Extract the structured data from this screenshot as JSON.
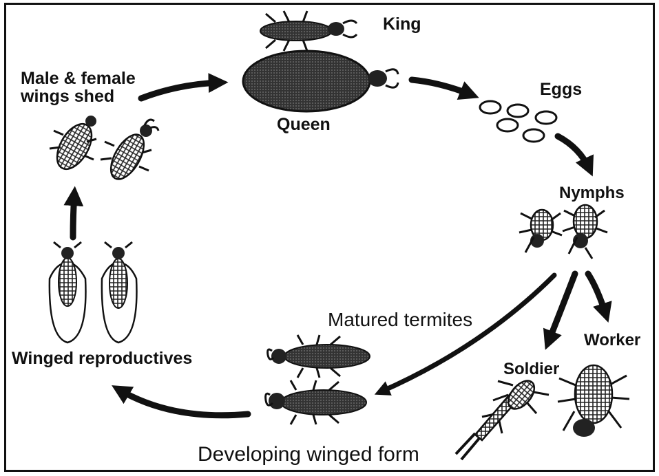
{
  "labels": {
    "king": "King",
    "queen": "Queen",
    "eggs": "Eggs",
    "nymphs": "Nymphs",
    "worker": "Worker",
    "soldier": "Soldier",
    "matured_termites": "Matured termites",
    "developing_winged_form": "Developing winged form",
    "winged_reproductives": "Winged reproductives",
    "wings_shed": "Male & female\nwings shed"
  },
  "colors": {
    "ink": "#111111",
    "body_fill": "#2b2b2b",
    "light_fill": "#ffffff"
  }
}
